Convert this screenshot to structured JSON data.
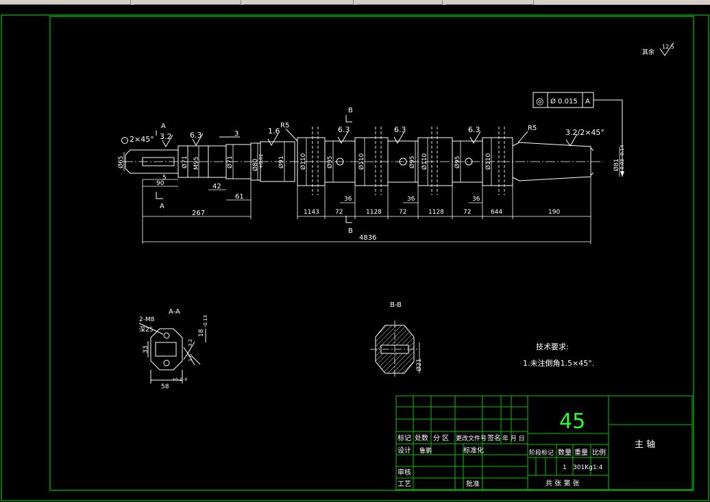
{
  "colors": {
    "frame": "#00c800",
    "lines": "#ffffff",
    "material_text": "#2aff2a",
    "background": "#000000"
  },
  "surface_note": {
    "label": "其余",
    "roughness": "12.5"
  },
  "tolerance_frame": {
    "symbol": "◎",
    "value": "Ø 0.015",
    "datum": "A"
  },
  "main_view": {
    "section_marks": {
      "a_top": "A",
      "a_bottom": "A",
      "b_top": "B",
      "b_bottom": "B"
    },
    "chamfer_left": "2×45°",
    "chamfer_right": "3.2/2×45°",
    "roughness": {
      "r1": "3.2",
      "r2": "6.3",
      "r3": "1.6",
      "r4": "6.3",
      "r5": "6.3",
      "r6": "6.3"
    },
    "radius": {
      "r1": "R5",
      "r2": "R5"
    },
    "small_dim_3": "3",
    "diameters": {
      "d65": "Ø65",
      "d71a": "Ø71",
      "m95": "M95",
      "d71b": "Ø71",
      "d80": "Ø80",
      "d91": "Ø91",
      "d110a": "Ø110",
      "d95a": "Ø95",
      "d110b": "Ø110",
      "d95b": "Ø95",
      "d110c": "Ø110",
      "d95c": "Ø95",
      "d110d": "Ø110",
      "d81": "Ø81"
    },
    "tol_left": "+0.02",
    "tol_right": "-0.03 -0.14",
    "lengths": {
      "l5": "5",
      "l90": "90",
      "l42": "42",
      "l61": "61",
      "l267": "267",
      "l1143": "1143",
      "l72a": "72",
      "l36a": "36",
      "l1128a": "1128",
      "l72b": "72",
      "l36b": "36",
      "l1128b": "1128",
      "l72c": "72",
      "l36c": "36",
      "l644": "644",
      "l190": "190",
      "total": "4836"
    }
  },
  "section_aa": {
    "title": "A-A",
    "hole_note": "2-M8",
    "depth": "深25",
    "dim_33": "33",
    "dim_58": "58",
    "dim_58_tol": "+0.2 -0",
    "dim_18": "18",
    "dim_18_tol": "-0.13",
    "r_a": "3.2",
    "r_b": "1.6"
  },
  "section_bb": {
    "title": "B-B",
    "dim_21": "Ø21"
  },
  "tech_req": {
    "title": "技术要求:",
    "line1": "1.未注倒角1.5×45°."
  },
  "title_block": {
    "material": "45",
    "part_name": "主    轴",
    "rev_headers": [
      "标记",
      "处数",
      "分 区",
      "更改文件号",
      "签名",
      "年 月 日"
    ],
    "design_label": "设计",
    "designer": "鲁鹏",
    "standard_label": "标准化",
    "review_label": "审核",
    "process_label": "工艺",
    "approve_label": "批准",
    "stage_label": "阶段标记",
    "qty_label": "数量",
    "weight_label": "重量",
    "scale_label": "比例",
    "qty": "1",
    "weight": "301Kg",
    "scale": "1:4",
    "sheet_info": "共    张    第    张"
  }
}
